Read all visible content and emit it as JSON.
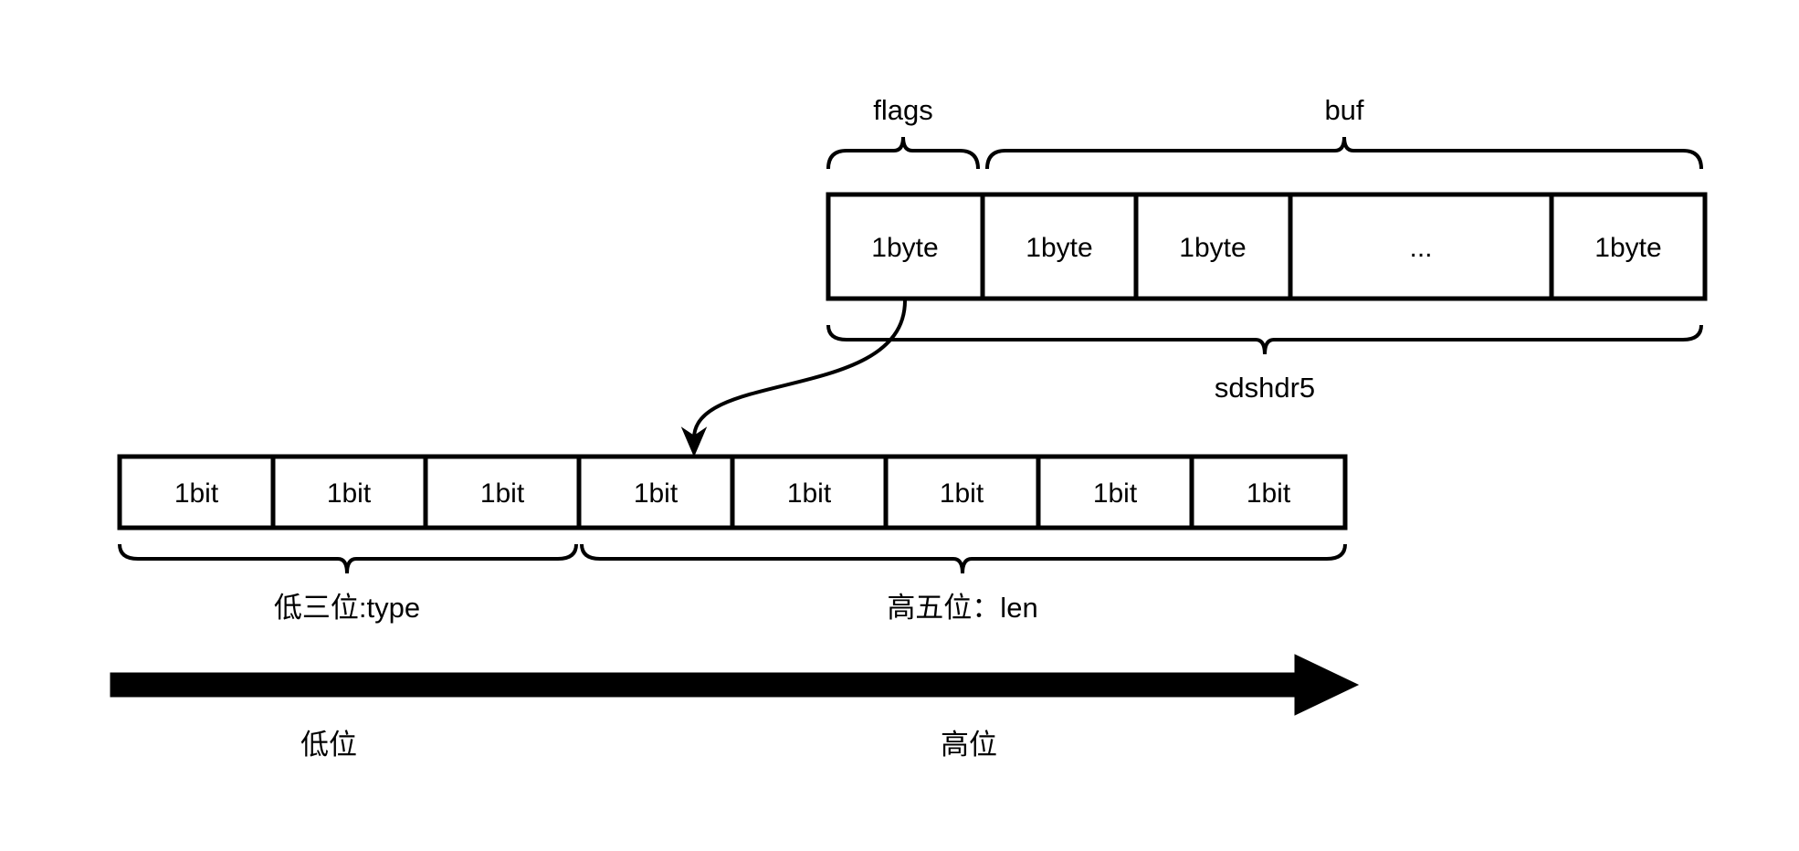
{
  "sdshdr": {
    "title": "sdshdr5",
    "flags_label": "flags",
    "buf_label": "buf",
    "cells": [
      "1byte",
      "1byte",
      "1byte",
      "...",
      "1byte"
    ]
  },
  "flags_bits": {
    "cells": [
      "1bit",
      "1bit",
      "1bit",
      "1bit",
      "1bit",
      "1bit",
      "1bit",
      "1bit"
    ],
    "low_label": "低三位:type",
    "high_label": "高五位：len"
  },
  "direction": {
    "low": "低位",
    "high": "高位"
  },
  "colors": {
    "stroke": "#000000",
    "background": "#ffffff"
  }
}
